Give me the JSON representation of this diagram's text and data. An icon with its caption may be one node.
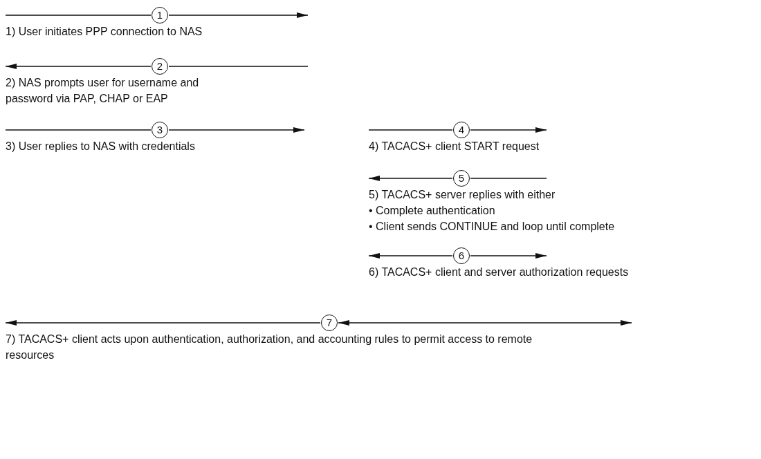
{
  "diagram": {
    "nodes": [
      {
        "text": [
          "1"
        ],
        "beside": [
          "1) User initiates PPP connection to NAS"
        ]
      },
      {
        "text": [
          "2"
        ],
        "beside": [
          "2) NAS prompts user for username and password via PAP, CHAP or EAP"
        ]
      },
      {
        "text": [
          "3"
        ],
        "beside": [
          "3) User replies to NAS with credentials"
        ]
      },
      {
        "text": [
          "4"
        ],
        "beside": [
          "4) TACACS+ client START request"
        ]
      },
      {
        "text": [
          "5"
        ],
        "beside": [
          "5) TACACS+ server replies with either",
          "• Complete authentication",
          "• Client sends CONTINUE and loop until complete"
        ]
      },
      {
        "text": [
          "6"
        ],
        "beside": [
          "6) TACACS+ client and server authorization requests"
        ]
      },
      {
        "text": [
          "7"
        ],
        "beside": [
          "7) TACACS+ client acts upon authentication, authorization, and accounting rules to permit access to remote resources"
        ]
      }
    ],
    "edges": [
      {
        "from": null,
        "to": 0,
        "arrow": "none"
      },
      {
        "from": 0,
        "to": null,
        "arrow": "to"
      },
      {
        "from": 1,
        "to": null,
        "arrow": "to"
      },
      {
        "from": null,
        "to": 1,
        "arrow": "none"
      },
      {
        "from": null,
        "to": 2,
        "arrow": "none"
      },
      {
        "from": 2,
        "to": null,
        "arrow": "to"
      },
      {
        "from": null,
        "to": 3,
        "arrow": "none"
      },
      {
        "from": 3,
        "to": null,
        "arrow": "to"
      },
      {
        "from": 4,
        "to": null,
        "arrow": "to"
      },
      {
        "from": null,
        "to": 4,
        "arrow": "none"
      },
      {
        "from": 5,
        "to": null,
        "arrow": "to"
      },
      {
        "from": 5,
        "to": null,
        "arrow": "to"
      },
      {
        "from": 6,
        "to": null,
        "arrow": "to"
      },
      {
        "from": 6,
        "to": null,
        "arrow": "both"
      }
    ]
  }
}
